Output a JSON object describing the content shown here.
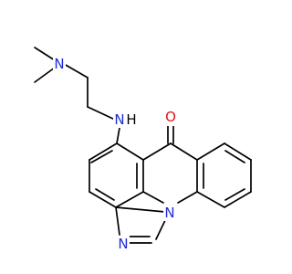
{
  "molecule": {
    "atoms": {
      "n_amine": "N",
      "h_amine": "H",
      "n_dimethyl": "N",
      "o_carbonyl": "O",
      "n_ring": "N",
      "n_imidazole": "N"
    },
    "colors": {
      "bond": "#000000",
      "nitrogen": "#1f2bd6",
      "oxygen": "#e0181d",
      "hydrogen": "#000000"
    }
  }
}
